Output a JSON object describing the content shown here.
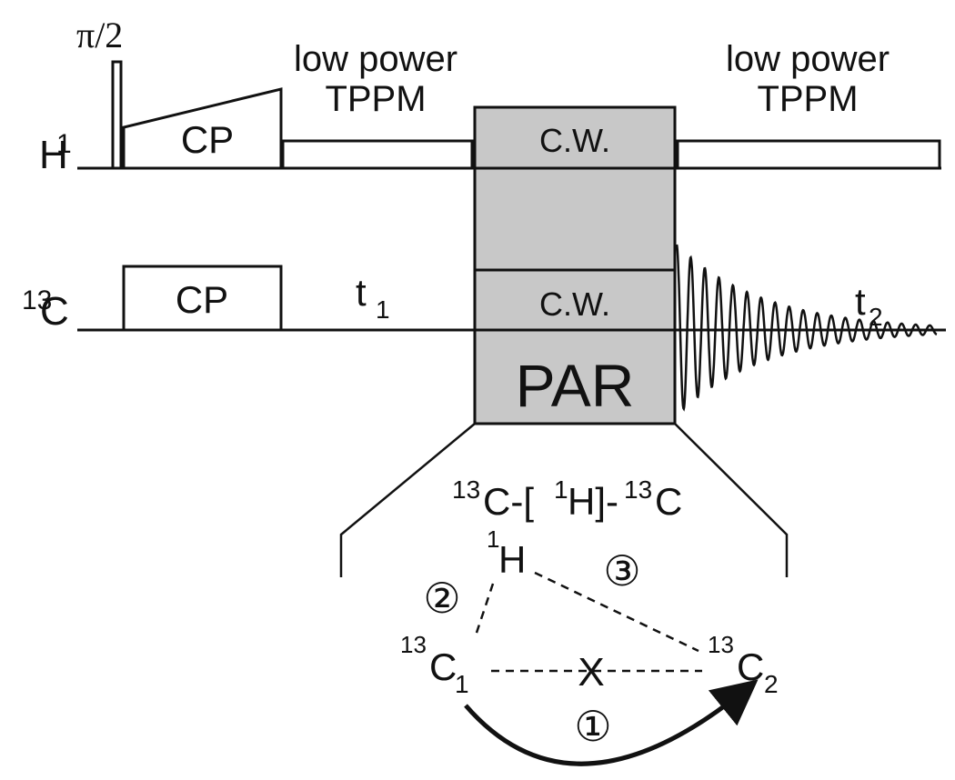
{
  "proton_channel": {
    "nucleus_mass": "1",
    "nucleus_symbol": "H",
    "pulse_label": "π/2",
    "cp_label": "CP",
    "decoupling_label_line1": "low power",
    "decoupling_label_line2": "TPPM",
    "cw_label": "C.W.",
    "decoupling2_label_line1": "low power",
    "decoupling2_label_line2": "TPPM"
  },
  "carbon_channel": {
    "nucleus_mass": "13",
    "nucleus_symbol": "C",
    "cp_label": "CP",
    "evolution_label": "t",
    "evolution_subscript": "1",
    "cw_label": "C.W.",
    "detection_label": "t",
    "detection_subscript": "2"
  },
  "par_block": {
    "label": "PAR"
  },
  "mechanism": {
    "title_c1_mass": "13",
    "title_c1_symbol": "C-[",
    "title_h_mass": "1",
    "title_h_symbol": "H]-",
    "title_c2_mass": "13",
    "title_c2_symbol": "C",
    "h_mass": "1",
    "h_symbol": "H",
    "c1_mass": "13",
    "c1_symbol": "C",
    "c1_subscript": "1",
    "c2_mass": "13",
    "c2_symbol": "C",
    "c2_subscript": "2",
    "blocked_mark": "X",
    "step1": "①",
    "step2": "②",
    "step3": "③"
  }
}
